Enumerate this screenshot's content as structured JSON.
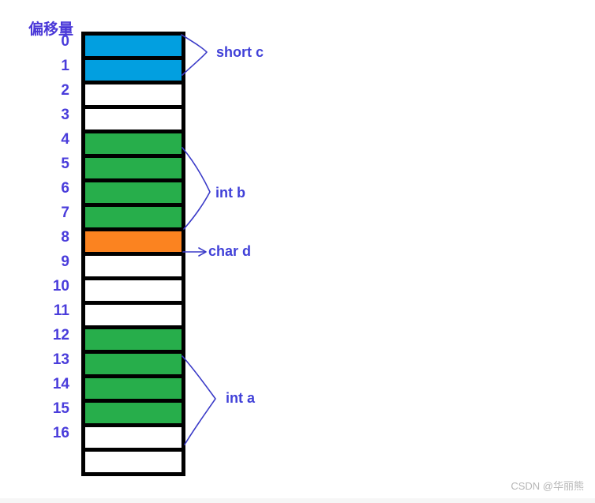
{
  "diagram": {
    "title": "偏移量",
    "colors": {
      "blue": "#029fe0",
      "green": "#27ae4b",
      "orange": "#fb8320",
      "white": "#ffffff",
      "border": "#000000",
      "index_text": "#4a3ddb",
      "label_text": "#4040d8",
      "background": "#ffffff"
    },
    "rows": [
      {
        "offset": "0",
        "fill": "blue"
      },
      {
        "offset": "1",
        "fill": "blue"
      },
      {
        "offset": "2",
        "fill": "white"
      },
      {
        "offset": "3",
        "fill": "white"
      },
      {
        "offset": "4",
        "fill": "green"
      },
      {
        "offset": "5",
        "fill": "green"
      },
      {
        "offset": "6",
        "fill": "green"
      },
      {
        "offset": "7",
        "fill": "green"
      },
      {
        "offset": "8",
        "fill": "orange"
      },
      {
        "offset": "9",
        "fill": "white"
      },
      {
        "offset": "10",
        "fill": "white"
      },
      {
        "offset": "11",
        "fill": "white"
      },
      {
        "offset": "12",
        "fill": "green"
      },
      {
        "offset": "13",
        "fill": "green"
      },
      {
        "offset": "14",
        "fill": "green"
      },
      {
        "offset": "15",
        "fill": "green"
      },
      {
        "offset": "16",
        "fill": "white"
      },
      {
        "offset": "",
        "fill": "white"
      }
    ],
    "annotations": [
      {
        "label": "short c",
        "marker": "brace",
        "spans_offsets": [
          "0",
          "1"
        ]
      },
      {
        "label": "int b",
        "marker": "brace",
        "spans_offsets": [
          "4",
          "5",
          "6",
          "7"
        ]
      },
      {
        "label": "char d",
        "marker": "arrow",
        "spans_offsets": [
          "8"
        ]
      },
      {
        "label": "int a",
        "marker": "brace",
        "spans_offsets": [
          "12",
          "13",
          "14",
          "15"
        ]
      }
    ]
  },
  "watermark": {
    "text": "CSDN @华丽熊"
  }
}
